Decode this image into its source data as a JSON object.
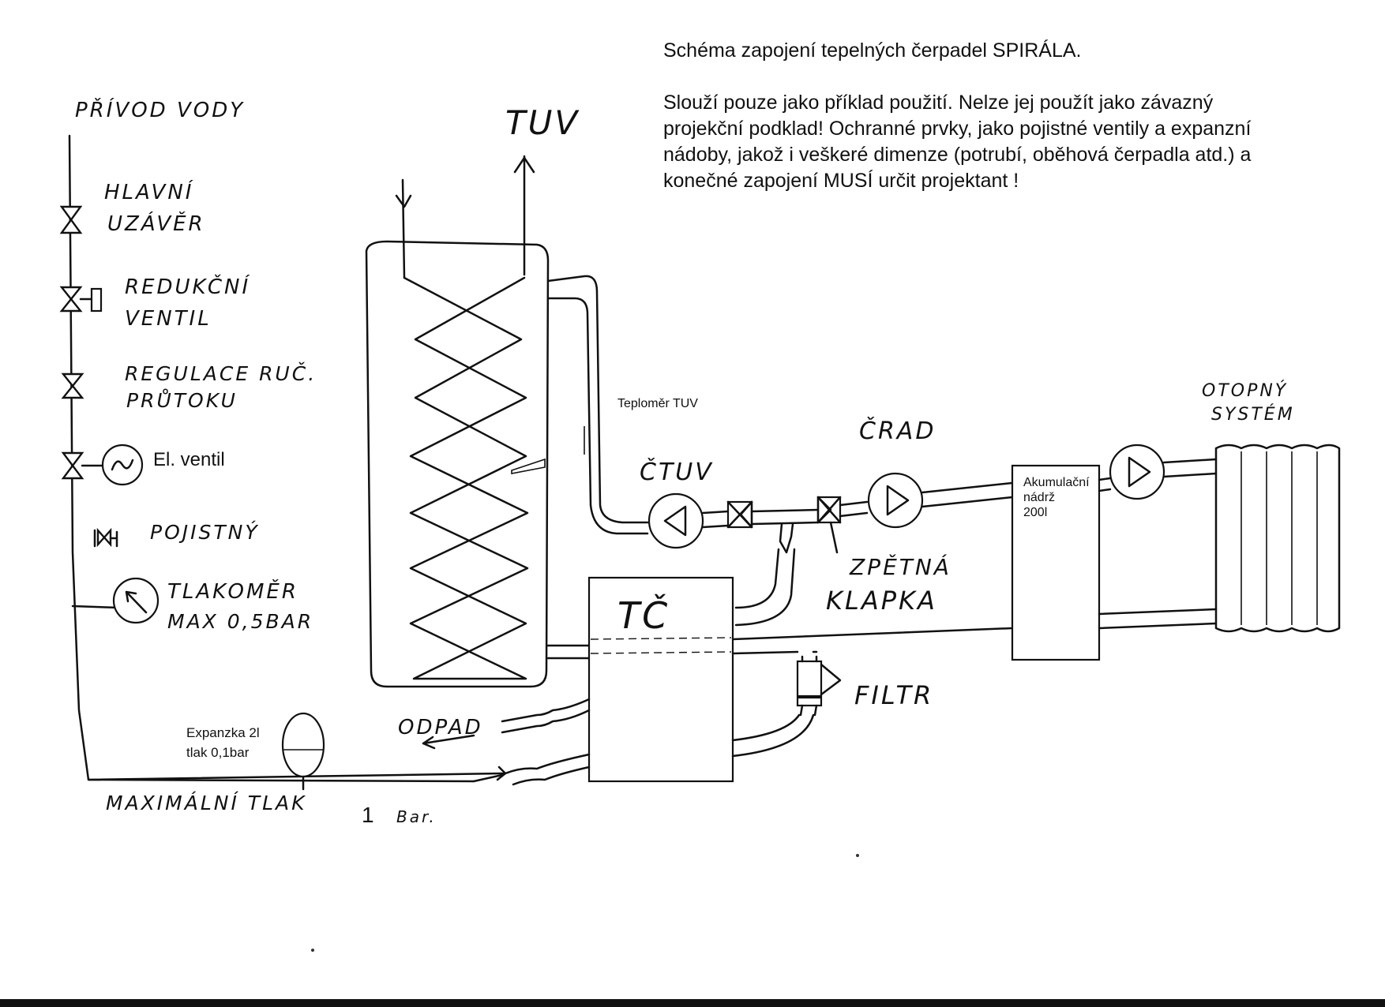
{
  "header": {
    "title": "Schéma zapojení tepelných čerpadel SPIRÁLA.",
    "disclaimer_lines": [
      "Slouží pouze jako příklad použití. Nelze jej použít jako závazný",
      "projekční podklad! Ochranné prvky, jako pojistné ventily a expanzní",
      "nádoby, jakož i veškeré dimenze (potrubí, oběhová čerpadla atd.) a",
      "konečné zapojení MUSÍ určit projektant !"
    ]
  },
  "labels": {
    "water_supply": "PŘÍVOD VODY",
    "main_shutoff_1": "HLAVNÍ",
    "main_shutoff_2": "UZÁVĚR",
    "reducing_valve_1": "REDUKČNÍ",
    "reducing_valve_2": "VENTIL",
    "flow_regulation_1": "REGULACE RUČ.",
    "flow_regulation_2": "PRŮTOKU",
    "el_valve": "El. ventil",
    "safety_valve": "POJISTNÝ",
    "pressure_gauge_1": "TLAKOMĚR",
    "pressure_gauge_2": "MAX 0,5BAR",
    "expansion_1": "Expanzka 2l",
    "expansion_2": "tlak 0,1bar",
    "max_pressure": "MAXIMÁLNÍ TLAK",
    "max_pressure_value": "1",
    "max_pressure_unit": "Bar.",
    "tuv": "TUV",
    "thermometer": "Teploměr TUV",
    "pump_tuv": "ČTUV",
    "pump_rad": "ČRAD",
    "check_valve_1": "ZPĚTNÁ",
    "check_valve_2": "KLAPKA",
    "heat_pump": "TČ",
    "waste": "ODPAD",
    "filter": "FILTR",
    "accumulation_1": "Akumulační",
    "accumulation_2": "nádrž",
    "accumulation_3": "200l",
    "heating_1": "OTOPNÝ",
    "heating_2": "SYSTÉM"
  },
  "icons": [
    "gate-valve-icon",
    "reducing-valve-icon",
    "solenoid-valve-icon",
    "safety-valve-icon",
    "pressure-gauge-icon",
    "pump-icon",
    "check-valve-icon",
    "filter-icon",
    "expansion-vessel-icon",
    "radiator-icon"
  ]
}
